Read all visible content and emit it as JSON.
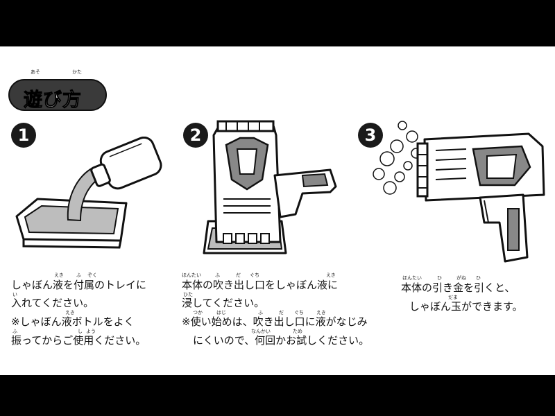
{
  "title": {
    "text": "遊び方",
    "ruby_1": "あそ",
    "ruby_2": "かた"
  },
  "steps": [
    {
      "number": "1",
      "lines": [
        "しゃぼん液を付属のトレイに",
        "入れてください。",
        "※しゃぼん液ボトルをよく",
        "振ってからご使用ください。"
      ],
      "ruby": [
        "えき",
        "ふ",
        "ぞく",
        "い",
        "えき",
        "ふ",
        "し",
        "よう"
      ]
    },
    {
      "number": "2",
      "lines": [
        "本体の吹き出し口をしゃぼん液に",
        "浸してください。",
        "※使い始めは、吹き出し口に液がなじみ",
        "にくいので、何回かお試しください。"
      ],
      "ruby": [
        "ほんたい",
        "ふ",
        "だ",
        "ぐち",
        "えき",
        "ひた",
        "つか",
        "はじ",
        "ふ",
        "だ",
        "ぐち",
        "えき",
        "なんかい",
        "ため"
      ]
    },
    {
      "number": "3",
      "lines": [
        "本体の引き金を引くと、",
        "しゃぼん玉ができます。"
      ],
      "ruby": [
        "ほんたい",
        "ひ",
        "がね",
        "ひ",
        "だま"
      ]
    }
  ],
  "colors": {
    "background": "#000000",
    "sheet": "#ffffff",
    "badge": "#3a3a3a",
    "liquid": "#bdbdbd"
  }
}
